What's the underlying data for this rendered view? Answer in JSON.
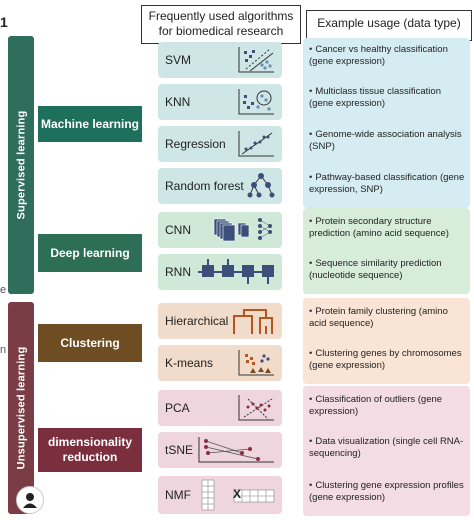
{
  "headers": {
    "algorithms": "Frequently used algorithms for biomedical research",
    "usage": "Example usage (data type)"
  },
  "sections": {
    "supervised": "Supervised learning",
    "unsupervised": "Unsupervised learning"
  },
  "categories": {
    "machine_learning": "Machine learning",
    "deep_learning": "Deep learning",
    "clustering": "Clustering",
    "dim_reduction_line1": "dimensionality",
    "dim_reduction_line2": "reduction"
  },
  "algorithms": {
    "svm": "SVM",
    "knn": "KNN",
    "regression": "Regression",
    "random_forest": "Random forest",
    "cnn": "CNN",
    "rnn": "RNN",
    "hierarchical": "Hierarchical",
    "kmeans": "K-means",
    "pca": "PCA",
    "tsne": "tSNE",
    "nmf": "NMF",
    "nmf_times": "X"
  },
  "usage": {
    "svm": "Cancer vs healthy classification (gene expression)",
    "knn": "Multiclass tissue classification (gene expression)",
    "regression": "Genome-wide association analysis (SNP)",
    "random_forest": "Pathway-based classification (gene expression, SNP)",
    "cnn": "Protein secondary structure prediction (amino acid sequence)",
    "rnn": "Sequence similarity prediction (nucleotide sequence)",
    "hierarchical": "Protein family clustering (amino acid sequence)",
    "kmeans": "Clustering genes by chromosomes (gene expression)",
    "pca": "Classification of outliers (gene expression)",
    "tsne": "Data visualization  (single cell RNA-sequencing)",
    "nmf": "Clustering gene expression profiles (gene expression)"
  },
  "edge_text": {
    "top_left": "1",
    "mid_left_1": "e",
    "mid_left_2": "n"
  },
  "colors": {
    "supervised_bar": "#2e6e5a",
    "unsupervised_bar": "#7a3d45",
    "machine_learning": "#1e6f5c",
    "deep_learning": "#2d6e56",
    "clustering": "#6e4d22",
    "dim_reduction": "#7a2e3e",
    "ml_algo_bg": "#cfe6e6",
    "dl_algo_bg": "#cfe8d7",
    "cl_algo_bg": "#f1dccb",
    "dr_algo_bg": "#efd6de",
    "ml_usage_bg": "#d6ecf3",
    "dl_usage_bg": "#d7ecd9",
    "cl_usage_bg": "#f9e4d5",
    "dr_usage_bg": "#f3dce4"
  }
}
